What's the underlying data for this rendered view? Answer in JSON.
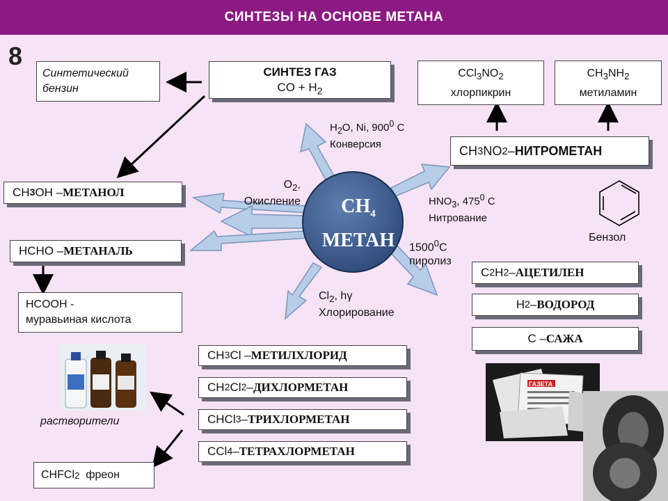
{
  "header": {
    "title": "СИНТЕЗЫ НА ОСНОВЕ МЕТАНА"
  },
  "slide_number": "8",
  "center": {
    "formula": "CH",
    "sub": "4",
    "name": "МЕТАН"
  },
  "synthgas": {
    "title": "СИНТЕЗ ГАЗ",
    "formula_a": "CO + H",
    "formula_sub": "2"
  },
  "gasoline": {
    "text": "Синтетический бензин"
  },
  "conversion": {
    "line1_a": "H",
    "line1_sub": "2",
    "line1_b": "O, Ni, 900",
    "line1_sup": "0",
    "line1_c": " C",
    "line2": "Конверсия"
  },
  "oxidation": {
    "line1_a": "O",
    "line1_sub": "2",
    "line1_b": ",",
    "line2": "Окисление"
  },
  "methanol": {
    "formula_a": "CH",
    "formula_sub": "3",
    "formula_b": "OH – ",
    "name": "МЕТАНОЛ"
  },
  "methanal": {
    "formula": "HCHO – ",
    "name": "МЕТАНАЛЬ"
  },
  "formic": {
    "line1": "HCOOH -",
    "line2": "муравьиная кислота"
  },
  "chloropicrin": {
    "f_a": "CCl",
    "f_sub1": "3",
    "f_b": "NO",
    "f_sub2": "2",
    "name": "хлорпикрин"
  },
  "methylamine": {
    "f_a": "CH",
    "f_sub1": "3",
    "f_b": "NH",
    "f_sub2": "2",
    "name": "метиламин"
  },
  "nitromethane": {
    "f_a": "CH",
    "f_sub1": "3",
    "f_b": "NO",
    "f_sub2": "2",
    "f_c": " – ",
    "name": "НИТРОМЕТАН"
  },
  "nitration": {
    "line1_a": "HNO",
    "line1_sub": "3",
    "line1_b": ", 475",
    "line1_sup": "0",
    "line1_c": " C",
    "line2": "Нитрование"
  },
  "benzene": {
    "label": "Бензол"
  },
  "pyrolysis": {
    "line1_a": "1500",
    "line1_sup": "0",
    "line1_b": "C",
    "line2": "пиролиз"
  },
  "acetylene": {
    "f_a": "C",
    "f_sub1": "2",
    "f_b": "H",
    "f_sub2": "2",
    "f_c": " – ",
    "name": "АЦЕТИЛЕН"
  },
  "hydrogen": {
    "f_a": "H",
    "f_sub": "2",
    "f_b": " – ",
    "name": "ВОДОРОД"
  },
  "soot": {
    "f": "C – ",
    "name": "САЖА"
  },
  "chlorination": {
    "line1_a": "Cl",
    "line1_sub": "2",
    "line1_b": ", hγ",
    "line2": "Хлорирование"
  },
  "chloromethanes": [
    {
      "f_a": "CH",
      "f_sub": "3",
      "f_b": "Cl – ",
      "name": "МЕТИЛХЛОРИД"
    },
    {
      "f_a": "CH",
      "f_sub": "2",
      "f_b": "Cl",
      "f_sub2": "2",
      "f_c": " – ",
      "name": "ДИХЛОРМЕТАН"
    },
    {
      "f_a": "CHCl",
      "f_sub": "3",
      "f_b": " – ",
      "name": "ТРИХЛОРМЕТАН"
    },
    {
      "f_a": "CCl",
      "f_sub": "4",
      "f_b": " – ",
      "name": "ТЕТРАХЛОРМЕТАН"
    }
  ],
  "solvents": {
    "label": "растворители"
  },
  "freon": {
    "f_a": "CHFCl",
    "f_sub": "2",
    "f_b": "  фреон"
  },
  "newspaper": {
    "masthead": "ГАЗЕТА"
  },
  "colors": {
    "header": "#8c1a83",
    "background": "#f7e3f6",
    "sphere": "#3f5f92",
    "arrow_fill": "#b7cde8"
  }
}
